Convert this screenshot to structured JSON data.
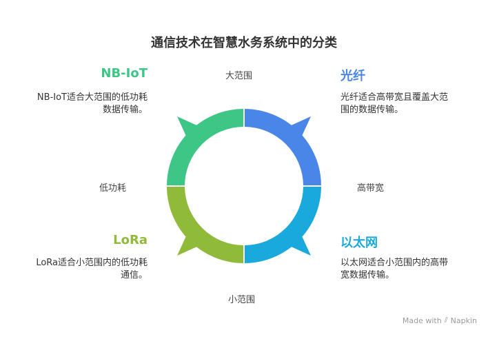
{
  "title": "通信技术在智慧水务系统中的分类",
  "axes": {
    "top": "大范围",
    "bottom": "小范围",
    "left": "低功耗",
    "right": "高带宽"
  },
  "quadrants": {
    "nbiot": {
      "heading": "NB-IoT",
      "desc_line1": "NB-IoT适合大范围的低功耗",
      "desc_line2": "数据传输。",
      "color": "#3dc685"
    },
    "fiber": {
      "heading": "光纤",
      "desc_line1": "光纤适合高带宽且覆盖大范",
      "desc_line2": "围的数据传输。",
      "color": "#4a86e8"
    },
    "lora": {
      "heading": "LoRa",
      "desc_line1": "LoRa适合小范围内的低功耗",
      "desc_line2": "通信。",
      "color": "#8fba3a"
    },
    "ethernet": {
      "heading": "以太网",
      "desc_line1": "以太网适合小范围内的高带",
      "desc_line2": "宽数据传输。",
      "color": "#1aa9dc"
    }
  },
  "footer": {
    "text": "Made with",
    "brand": "Napkin"
  }
}
